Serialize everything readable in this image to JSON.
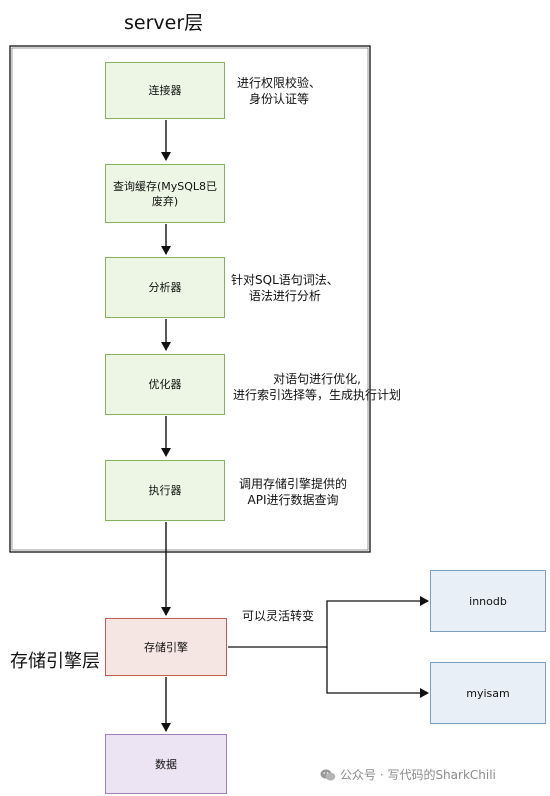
{
  "titles": {
    "server": "server层",
    "storage": "存储引擎层"
  },
  "nodes": {
    "connector": "连接器",
    "query_cache": "查询缓存(MySQL8已\n废弃)",
    "parser": "分析器",
    "optimizer": "优化器",
    "executor": "执行器",
    "engine": "存储引擎",
    "innodb": "innodb",
    "myisam": "myisam",
    "data": "数据"
  },
  "notes": {
    "connector": "进行权限校验、\n身份认证等",
    "parser": "针对SQL语句词法、\n语法进行分析",
    "optimizer": "对语句进行优化,\n进行索引选择等，生成执行计划",
    "executor": "调用存储引擎提供的\nAPI进行数据查询",
    "engine_branch": "可以灵活转变"
  },
  "watermark": "公众号 · 写代码的SharkChili",
  "colors": {
    "green_fill": "#edf6e4",
    "green_border": "#86b25f",
    "red_fill": "#f6e6e3",
    "red_border": "#c25d55",
    "blue_fill": "#e9eff6",
    "blue_border": "#7d9fc2",
    "purple_fill": "#ece4f2",
    "purple_border": "#9f7eb8"
  }
}
